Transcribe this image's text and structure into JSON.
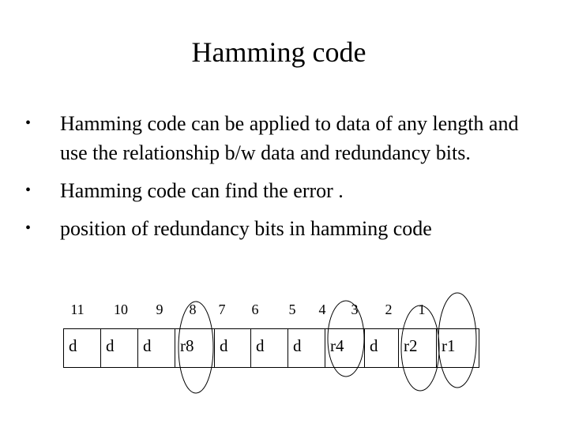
{
  "slide": {
    "title": "Hamming code",
    "bullets": [
      "Hamming code can be applied to data  of any length and use the relationship b/w data and redundancy bits.",
      "Hamming code can find the error .",
      "position of redundancy bits in hamming code"
    ],
    "bullet_marker": "•"
  },
  "diagram": {
    "positions": [
      "11",
      "10",
      "9",
      "8",
      "7",
      "6",
      "5",
      "4",
      "3",
      "2",
      "1"
    ],
    "cells": [
      "d",
      "d",
      "d",
      "r8",
      "d",
      "d",
      "d",
      "r4",
      "d",
      "r2",
      "r1"
    ],
    "circled_cells": [
      "r8",
      "r4",
      "r2",
      "r1"
    ]
  }
}
